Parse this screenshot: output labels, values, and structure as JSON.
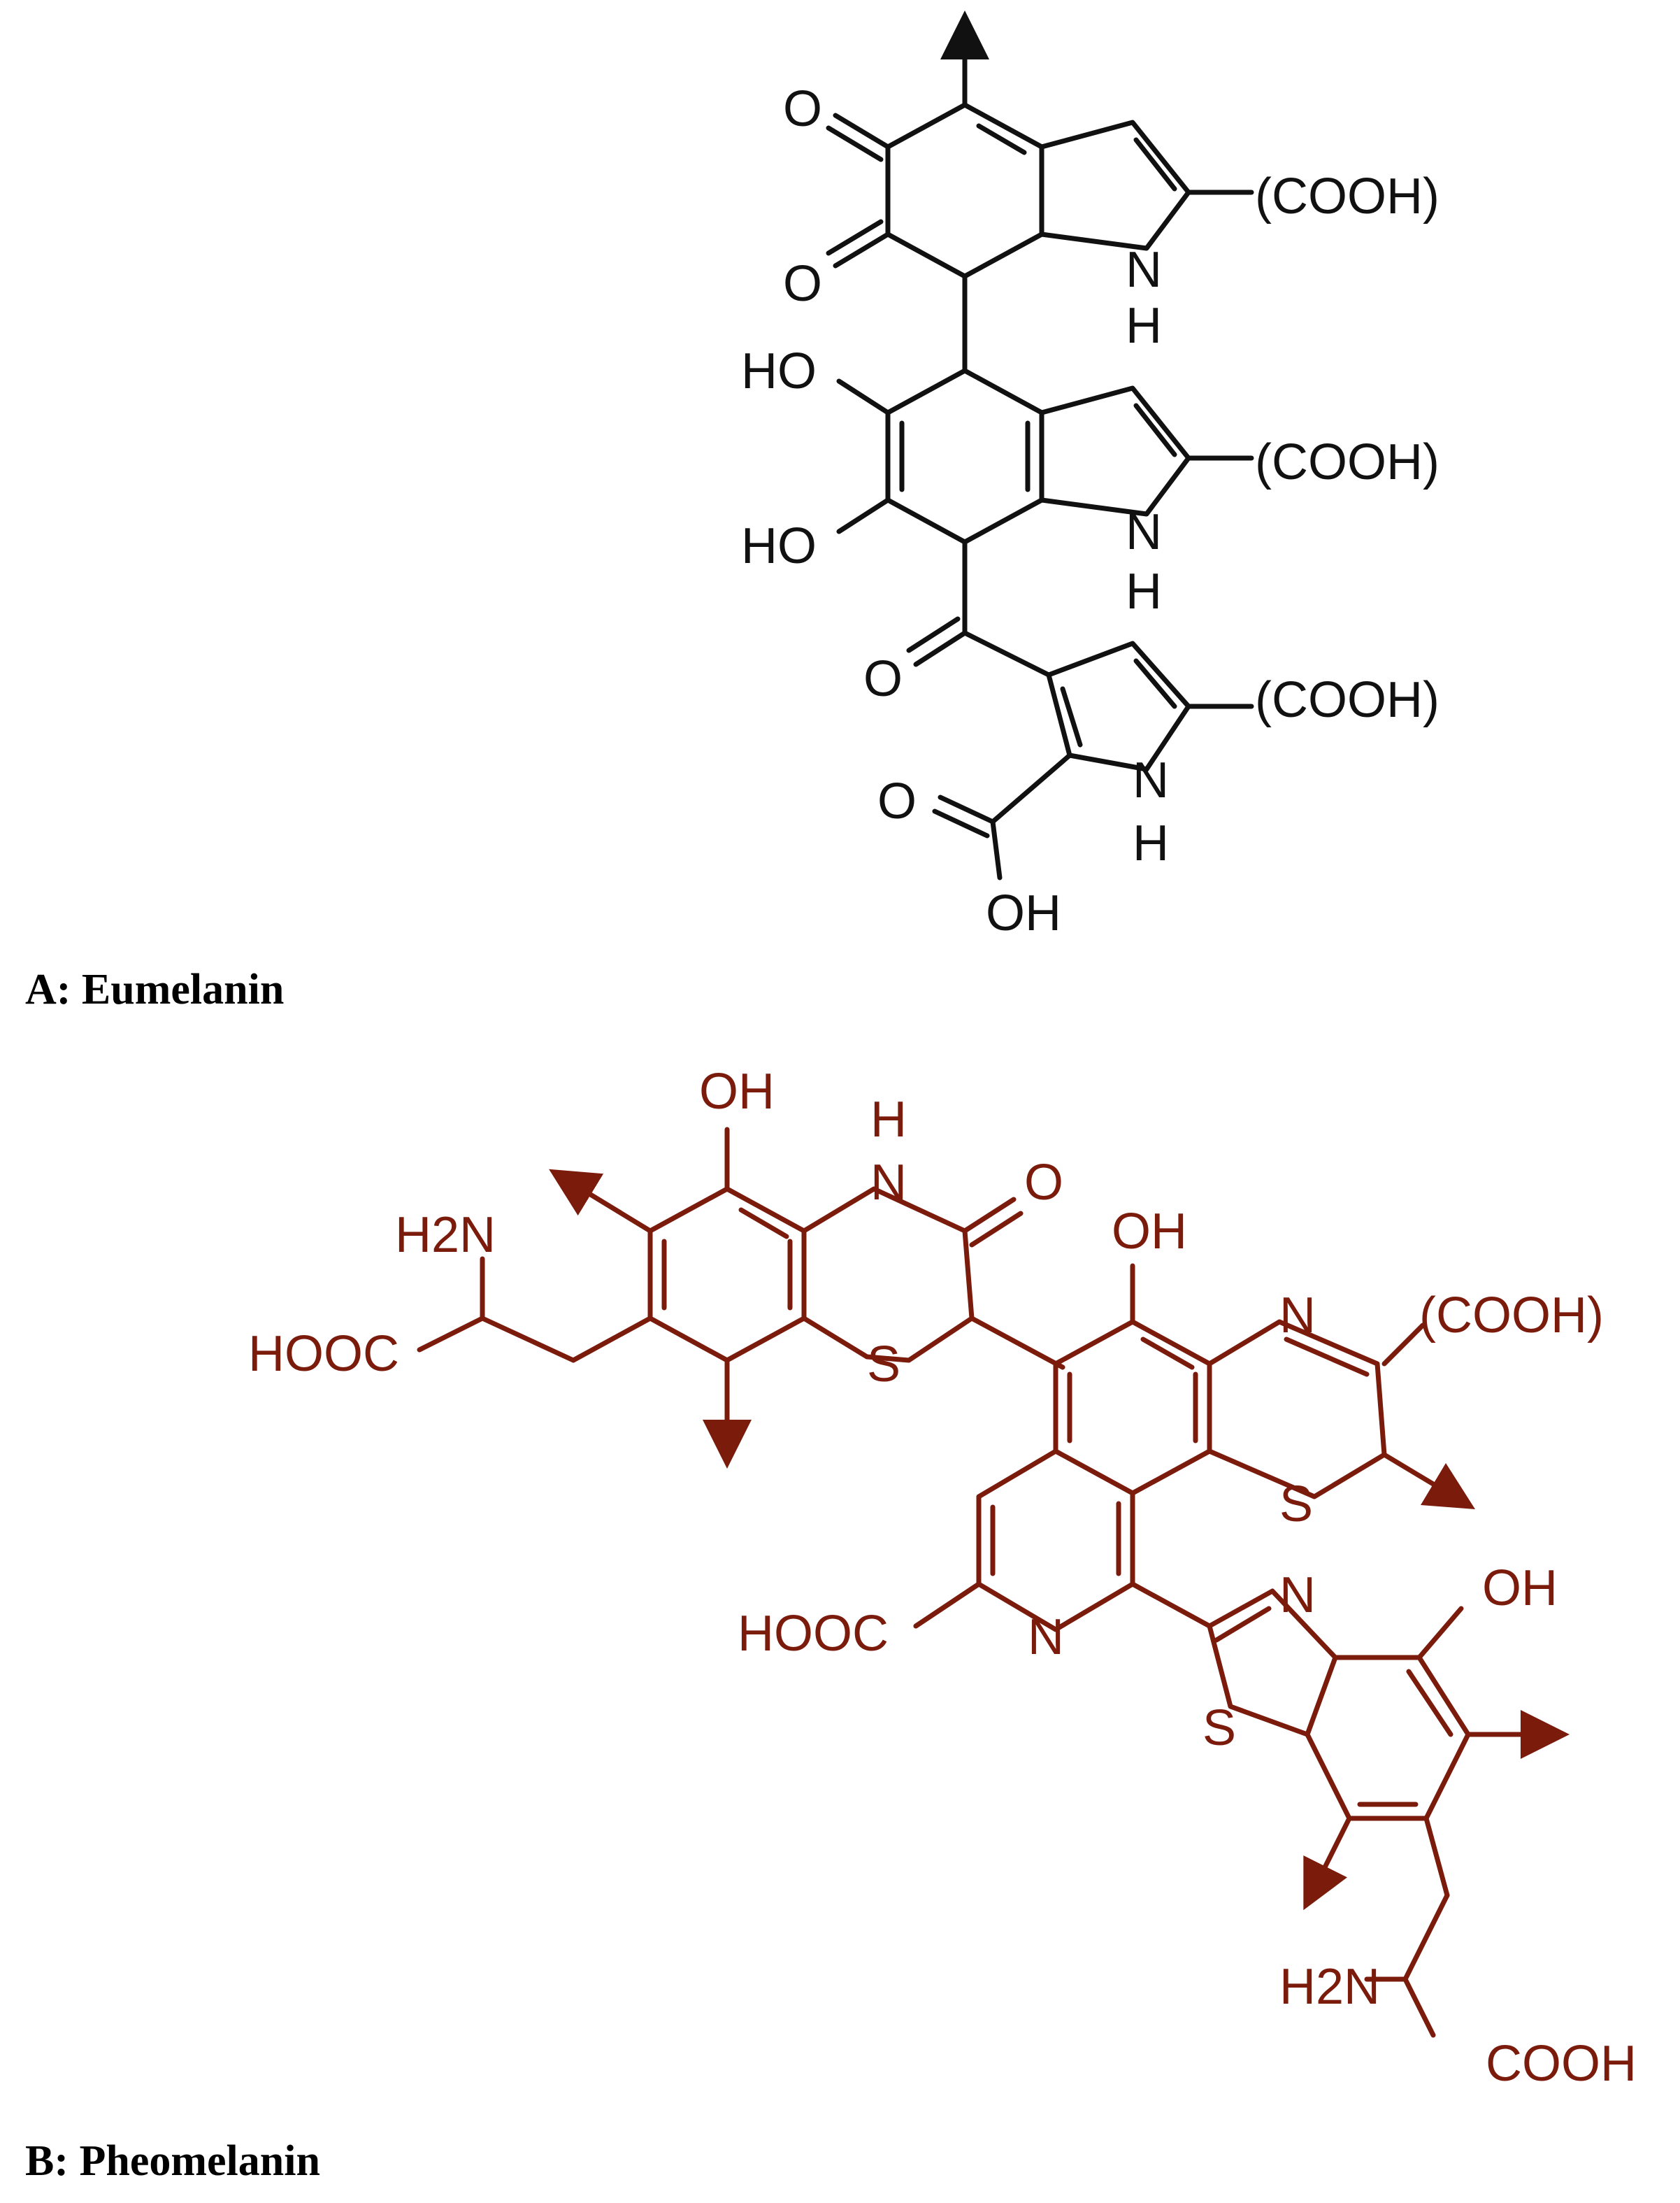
{
  "structures": [
    {
      "caption": "A: Eumelanin",
      "color": "#111111",
      "labels": {
        "o_top1": "O",
        "o_top2": "O",
        "cooh1": "(COOH)",
        "nh1_n": "N",
        "nh1_h": "H",
        "ho1": "HO",
        "ho2": "HO",
        "cooh2": "(COOH)",
        "nh2_n": "N",
        "nh2_h": "H",
        "o_keto": "O",
        "cooh3": "(COOH)",
        "nh3_n": "N",
        "nh3_h": "H",
        "o_acid": "O",
        "oh_acid": "OH"
      }
    },
    {
      "caption": "B: Pheomelanin",
      "color": "#7a1b0c",
      "labels": {
        "oh1": "OH",
        "h1": "H",
        "n1": "N",
        "o1": "O",
        "h2n_1": "H2N",
        "hooc1": "HOOC",
        "s1": "S",
        "oh2": "OH",
        "n2": "N",
        "cooh_b": "(COOH)",
        "s2": "S",
        "hooc2": "HOOC",
        "n3": "N",
        "n4": "N",
        "oh3": "OH",
        "s3": "S",
        "h2n_2": "H2N",
        "cooh_end": "COOH"
      }
    }
  ]
}
